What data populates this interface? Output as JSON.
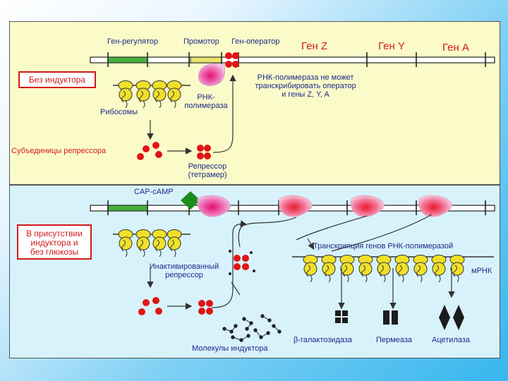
{
  "top_panel": {
    "gene_regulator": "Ген-регулятор",
    "promoter": "Промотор",
    "gene_operator": "Ген-оператор",
    "gene_z": "Ген Z",
    "gene_y": "Ген Y",
    "gene_a": "Ген A",
    "condition": "Без индуктора",
    "rnap_label_l1": "РНК-",
    "rnap_label_l2": "полимераза",
    "rnap_note_l1": "РНК-полимераза не может",
    "rnap_note_l2": "транскрибировать оператор",
    "rnap_note_l3": "и гены Z, Y, A",
    "ribosomes": "Рибосомы",
    "repressor_subunits": "Субъединицы репрессора",
    "repressor_l1": "Репрессор",
    "repressor_l2": "(тетрамер)"
  },
  "bottom_panel": {
    "cap_camp": "CAP-cAMP",
    "condition_l1": "В присутствии",
    "condition_l2": "индуктора и",
    "condition_l3": "без глюкозы",
    "inactivated_l1": "Инактивированный",
    "inactivated_l2": "репрессор",
    "transcription": "Транскрипция генов РНК-полимеразой",
    "mrna": "мРНК",
    "beta_galactosidase": "β-галактозидаза",
    "permease": "Пермеаза",
    "acetylase": "Ацетилаза",
    "inducer_molecules": "Молекулы индуктора"
  },
  "colors": {
    "dna_line": "#222222",
    "regulator_gene": "#46b03c",
    "promoter": "#e8e36a",
    "repressor": "#e01515",
    "label_text": "#1b2a88",
    "gene_text": "#d11a1a",
    "cap_camp": "#1c8c1c",
    "ribosome": "#f0e02a",
    "rna_polymerase": "#e8207a"
  }
}
